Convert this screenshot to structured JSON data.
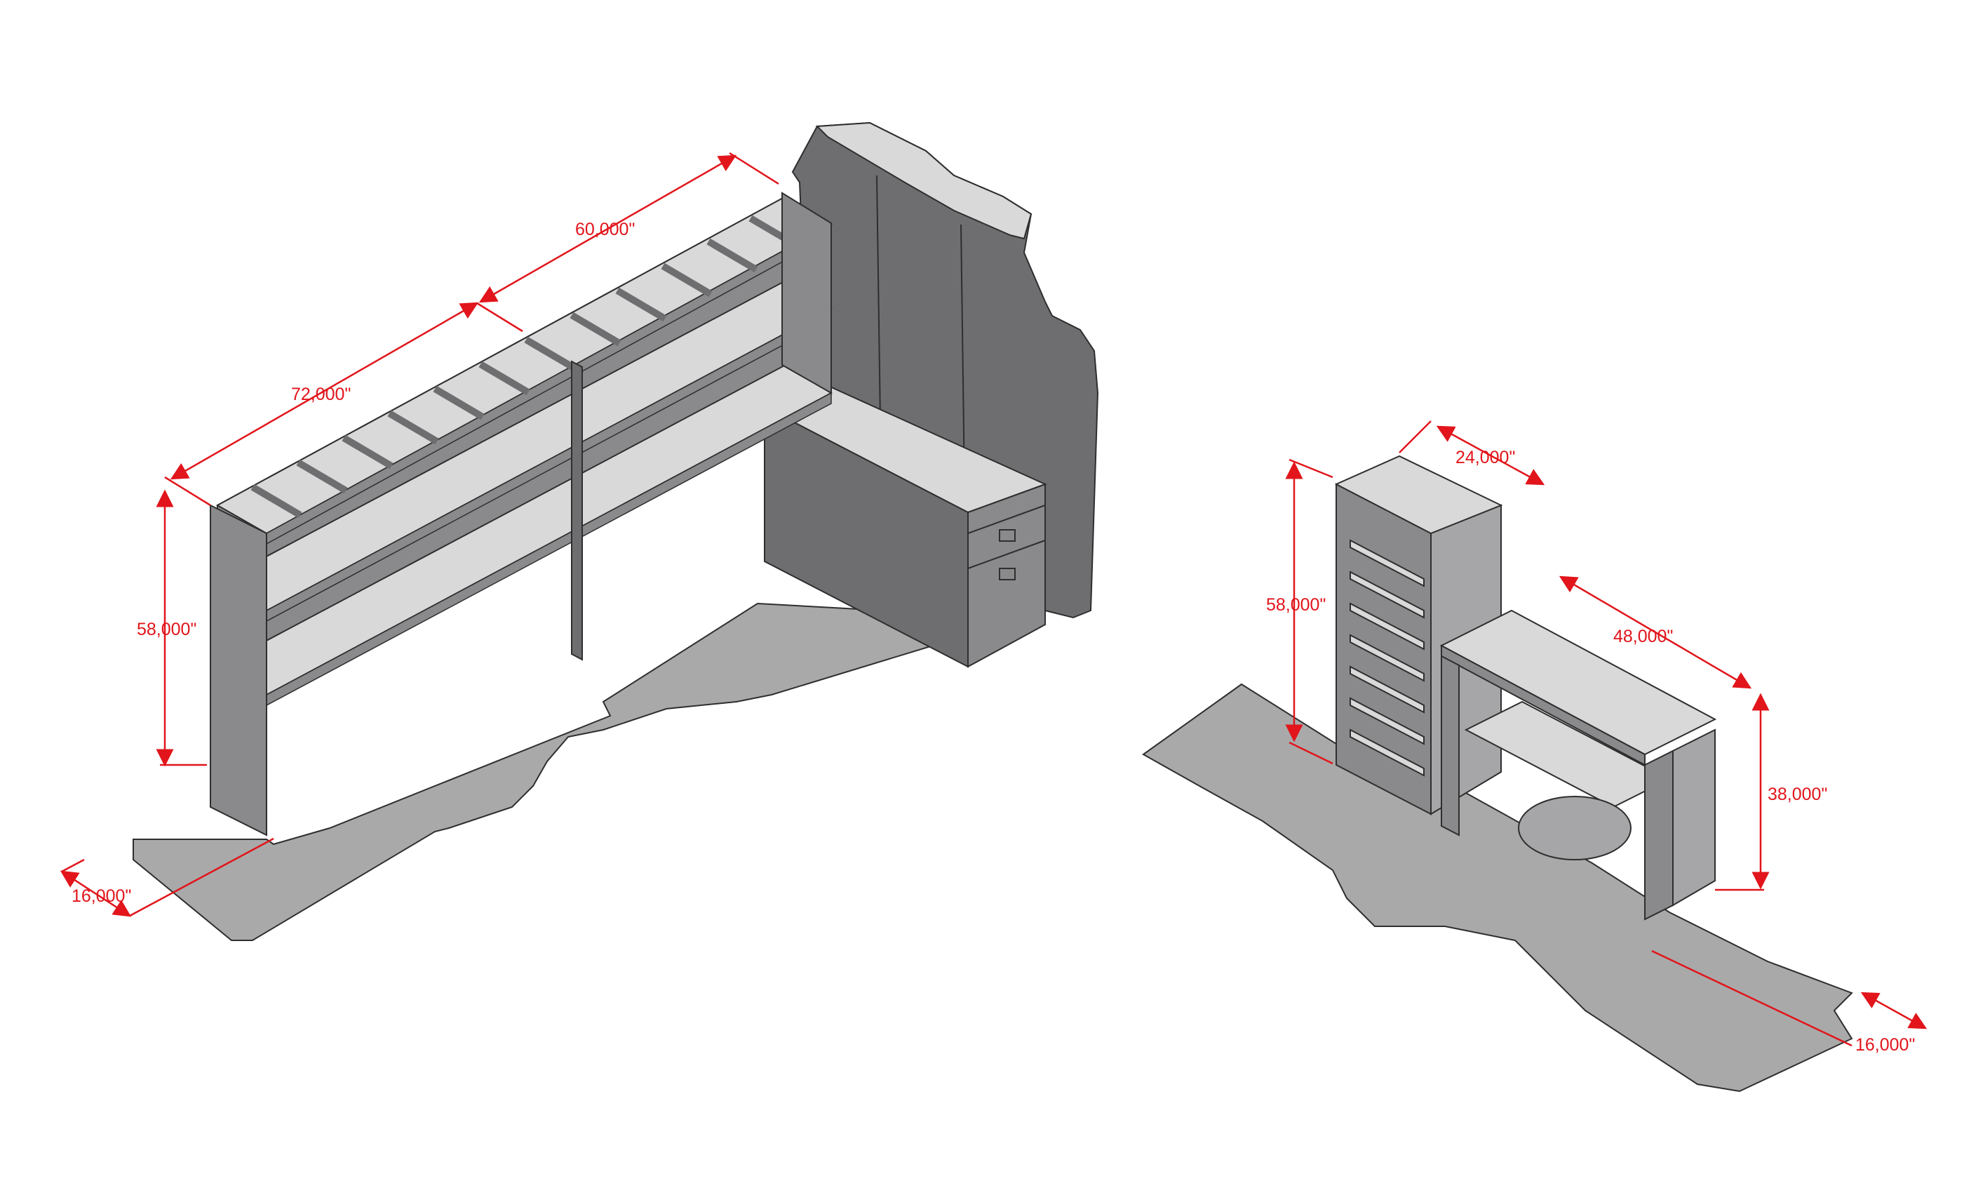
{
  "colors": {
    "background": "#ffffff",
    "dimension": "#e1151b",
    "panel": "#8a8a8c",
    "panel_dark": "#6e6e70",
    "panel_light": "#a6a6a8",
    "shelf_top": "#d9d9d9",
    "floor": "#a9a9a9",
    "outline": "#2e2e2e"
  },
  "dimensions": {
    "left_width_60": "60,000\"",
    "left_width_72": "72,000\"",
    "left_height": "58,000\"",
    "left_depth": "16,000\"",
    "right_cabinet_width": "24,000\"",
    "right_cabinet_height": "58,000\"",
    "right_shelf_width": "48,000\"",
    "right_shelf_height": "38,000\"",
    "right_depth": "16,000\""
  }
}
